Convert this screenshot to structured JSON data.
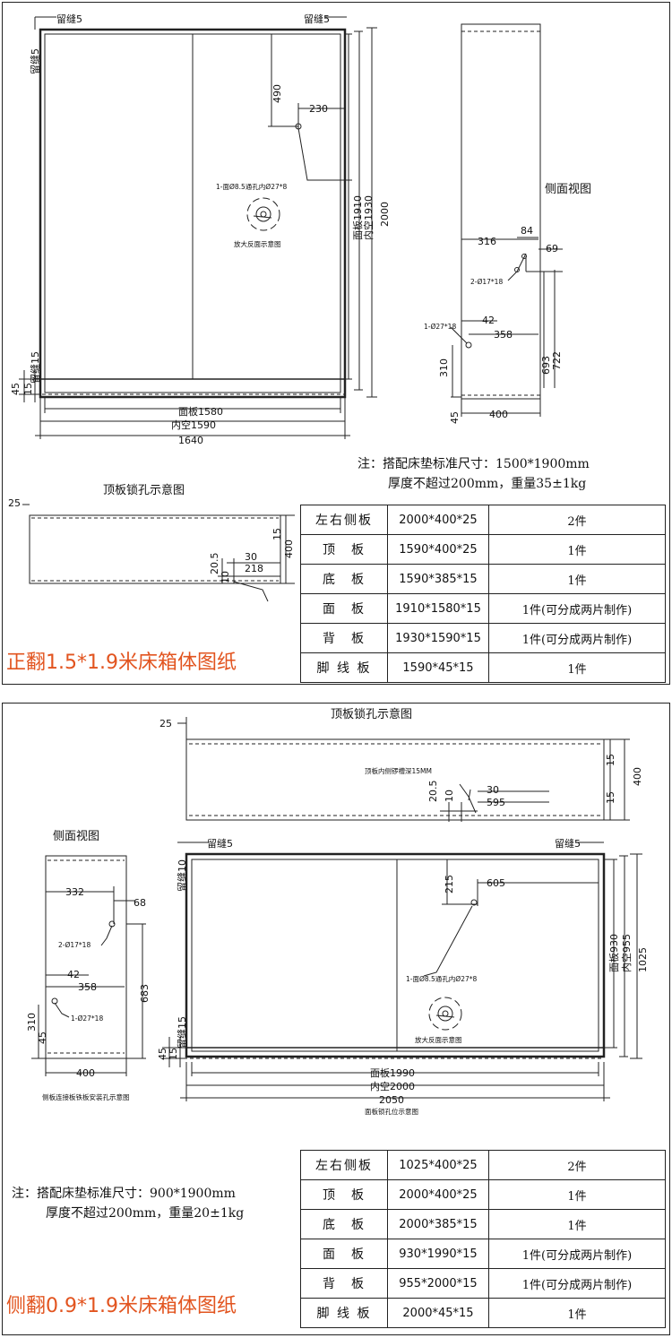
{
  "panel1": {
    "gap_top_left": "留缝5",
    "gap_top_right": "留缝5",
    "gap_left": "留缝5",
    "gap_bottom": "留缝15",
    "dim_490": "490",
    "dim_230": "230",
    "hole_note": "1-面Ø8.5通孔内Ø27*8",
    "enlarge_note": "放大反面示意图",
    "dim_face": "面板1910",
    "dim_inner": "内空1930",
    "dim_2000": "2000",
    "dim_45": "45",
    "dim_15": "15",
    "bottom_face": "面板1580",
    "bottom_inner": "内空1590",
    "bottom_total": "1640",
    "side_title": "侧面视图",
    "side_316": "316",
    "side_84": "84",
    "side_69": "69",
    "side_hole2": "2-Ø17*18",
    "side_42": "42",
    "side_358": "358",
    "side_hole1": "1-Ø27*18",
    "side_310": "310",
    "side_693": "693",
    "side_722": "722",
    "side_45": "45",
    "side_400": "400",
    "top_title": "顶板锁孔示意图",
    "top_25": "25",
    "top_15": "15",
    "top_400": "400",
    "top_30": "30",
    "top_218": "218",
    "top_205": "20.5",
    "top_10": "10",
    "note_line1": "注：搭配床垫标准尺寸：1500*1900mm",
    "note_line2": "厚度不超过200mm，重量35±1kg",
    "big_title": "正翻1.5*1.9米床箱体图纸",
    "parts": [
      {
        "name": "左右侧板",
        "size": "2000*400*25",
        "qty": "2件"
      },
      {
        "name": "顶　板",
        "size": "1590*400*25",
        "qty": "1件"
      },
      {
        "name": "底　板",
        "size": "1590*385*15",
        "qty": "1件"
      },
      {
        "name": "面　板",
        "size": "1910*1580*15",
        "qty": "1件(可分成两片制作)"
      },
      {
        "name": "背　板",
        "size": "1930*1590*15",
        "qty": "1件(可分成两片制作)"
      },
      {
        "name": "脚 线 板",
        "size": "1590*45*15",
        "qty": "1件"
      }
    ]
  },
  "panel2": {
    "top_title": "顶板锁孔示意图",
    "top_25": "25",
    "groove_note": "顶板内侧锣槽深15MM",
    "top_30": "30",
    "top_595": "595",
    "top_205": "20.5",
    "top_10": "10",
    "top_15a": "15",
    "top_15b": "15",
    "top_400": "400",
    "side_title": "侧面视图",
    "side_332": "332",
    "side_68": "68",
    "side_hole2": "2-Ø17*18",
    "side_42": "42",
    "side_358": "358",
    "side_hole1": "1-Ø27*18",
    "side_310": "310",
    "side_45": "45",
    "side_683": "683",
    "side_400": "400",
    "side_caption": "侧板连接板铁板安装孔示意图",
    "gap_top_left": "留缝5",
    "gap_top_right": "留缝5",
    "gap_left": "留缝10",
    "gap_bottom": "留缝15",
    "dim_215": "215",
    "dim_605": "605",
    "hole_note": "1-面Ø8.5通孔内Ø27*8",
    "enlarge_note": "放大反面示意图",
    "dim_face": "面板930",
    "dim_inner": "内空955",
    "dim_1025": "1025",
    "dim_45": "45",
    "dim_15": "15",
    "bottom_face": "面板1990",
    "bottom_inner": "内空2000",
    "bottom_total": "2050",
    "face_caption": "面板锁孔位示意图",
    "note_line1": "注：搭配床垫标准尺寸：900*1900mm",
    "note_line2": "厚度不超过200mm，重量20±1kg",
    "big_title": "侧翻0.9*1.9米床箱体图纸",
    "parts": [
      {
        "name": "左右侧板",
        "size": "1025*400*25",
        "qty": "2件"
      },
      {
        "name": "顶　板",
        "size": "2000*400*25",
        "qty": "1件"
      },
      {
        "name": "底　板",
        "size": "2000*385*15",
        "qty": "1件"
      },
      {
        "name": "面　板",
        "size": "930*1990*15",
        "qty": "1件(可分成两片制作)"
      },
      {
        "name": "背　板",
        "size": "955*2000*15",
        "qty": "1件(可分成两片制作)"
      },
      {
        "name": "脚 线 板",
        "size": "2000*45*15",
        "qty": "1件"
      }
    ]
  }
}
